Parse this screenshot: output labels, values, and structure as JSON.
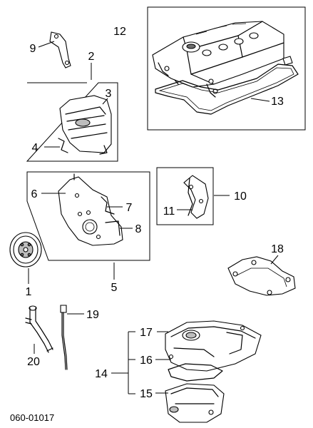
{
  "diagram": {
    "callouts": {
      "c1": "1",
      "c2": "2",
      "c3": "3",
      "c4": "4",
      "c5": "5",
      "c6": "6",
      "c7": "7",
      "c8": "8",
      "c9": "9",
      "c10": "10",
      "c11": "11",
      "c12": "12",
      "c13": "13",
      "c14": "14",
      "c15": "15",
      "c16": "16",
      "c17": "17",
      "c18": "18",
      "c19": "19",
      "c20": "20"
    },
    "drawing_code": "060-01017"
  }
}
